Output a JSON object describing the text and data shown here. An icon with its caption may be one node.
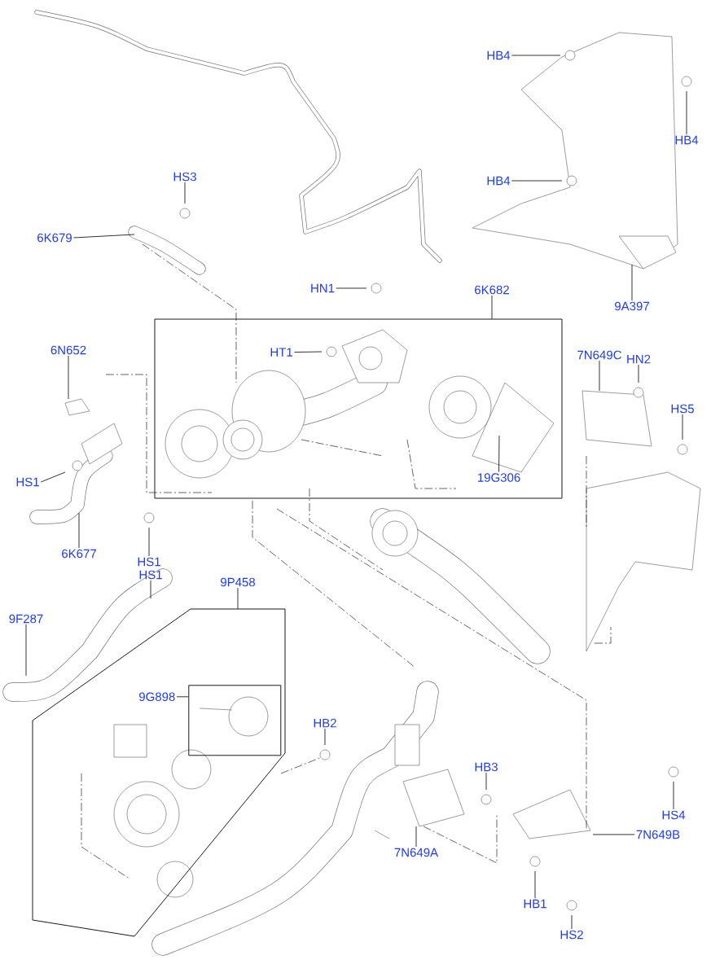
{
  "diagram": {
    "nodes": [
      {
        "text": [
          "HB4"
        ]
      },
      {
        "text": [
          "HB4"
        ]
      },
      {
        "text": [
          "HB4"
        ]
      },
      {
        "text": [
          "9A397"
        ]
      },
      {
        "text": [
          "HS3"
        ]
      },
      {
        "text": [
          "6K679"
        ]
      },
      {
        "text": [
          "HN1"
        ]
      },
      {
        "text": [
          "6K682"
        ]
      },
      {
        "text": [
          "HT1"
        ],
        "in": 28
      },
      {
        "text": [
          "7N649C"
        ]
      },
      {
        "text": [
          "HN2"
        ]
      },
      {
        "text": [
          "HS5"
        ]
      },
      {
        "text": [
          "6N652"
        ]
      },
      {
        "text": [
          "HS1"
        ]
      },
      {
        "text": [
          "19G306"
        ],
        "in": 28
      },
      {
        "text": [
          "6K677"
        ]
      },
      {
        "text": [
          "HS1"
        ]
      },
      {
        "text": [
          "HS1"
        ]
      },
      {
        "text": [
          "9F287"
        ]
      },
      {
        "text": [
          "9P458"
        ]
      },
      {
        "text": [
          "9G898"
        ],
        "in": 29
      },
      {
        "text": [
          "HB2"
        ]
      },
      {
        "text": [
          "HS4"
        ]
      },
      {
        "text": [
          "HB3"
        ]
      },
      {
        "text": [
          "7N649B"
        ]
      },
      {
        "text": [
          "7N649A"
        ]
      },
      {
        "text": [
          "HB1"
        ]
      },
      {
        "text": [
          "HS2"
        ]
      },
      {
        "text": [],
        "shape": "box"
      },
      {
        "text": [],
        "shape": "box"
      },
      {
        "text": [],
        "shape": "box",
        "in": 29
      }
    ],
    "edges": [
      {
        "from": 0,
        "to": null,
        "arrow": "none"
      },
      {
        "from": 1,
        "to": null,
        "arrow": "none"
      },
      {
        "from": 2,
        "to": null,
        "arrow": "none"
      },
      {
        "from": 3,
        "to": null,
        "arrow": "none"
      },
      {
        "from": 4,
        "to": null,
        "arrow": "none"
      },
      {
        "from": 5,
        "to": null,
        "arrow": "none"
      },
      {
        "from": 6,
        "to": null,
        "arrow": "none"
      },
      {
        "from": 7,
        "to": 28,
        "arrow": "none"
      },
      {
        "from": 8,
        "to": null,
        "arrow": "none"
      },
      {
        "from": 9,
        "to": null,
        "arrow": "none"
      },
      {
        "from": 10,
        "to": null,
        "arrow": "none"
      },
      {
        "from": 11,
        "to": null,
        "arrow": "none"
      },
      {
        "from": 12,
        "to": null,
        "arrow": "none"
      },
      {
        "from": 13,
        "to": null,
        "arrow": "none"
      },
      {
        "from": 14,
        "to": null,
        "arrow": "none"
      },
      {
        "from": 15,
        "to": null,
        "arrow": "none"
      },
      {
        "from": 16,
        "to": null,
        "arrow": "none"
      },
      {
        "from": 17,
        "to": null,
        "arrow": "none"
      },
      {
        "from": 18,
        "to": null,
        "arrow": "none"
      },
      {
        "from": 19,
        "to": 29,
        "arrow": "none"
      },
      {
        "from": 20,
        "to": 30,
        "arrow": "none"
      },
      {
        "from": 21,
        "to": null,
        "arrow": "none"
      },
      {
        "from": 22,
        "to": null,
        "arrow": "none"
      },
      {
        "from": 23,
        "to": null,
        "arrow": "none"
      },
      {
        "from": 24,
        "to": null,
        "arrow": "none"
      },
      {
        "from": 25,
        "to": null,
        "arrow": "none"
      },
      {
        "from": 26,
        "to": null,
        "arrow": "none"
      },
      {
        "from": 27,
        "to": null,
        "arrow": "none"
      }
    ]
  }
}
